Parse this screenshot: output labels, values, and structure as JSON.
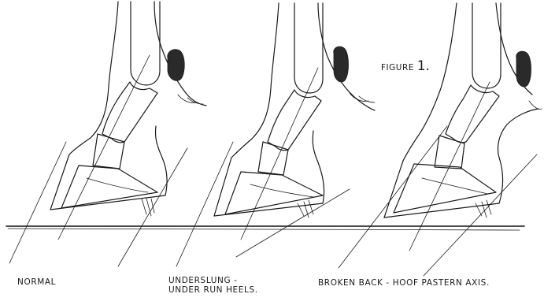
{
  "figure": {
    "title_word": "FIGURE",
    "title_number": "1."
  },
  "labels": {
    "normal": "NORMAL",
    "underslung_line1": "UNDERSLUNG -",
    "underslung_line2": "UNDER RUN HEELS.",
    "broken_back": "BROKEN BACK - HOOF PASTERN AXIS."
  }
}
